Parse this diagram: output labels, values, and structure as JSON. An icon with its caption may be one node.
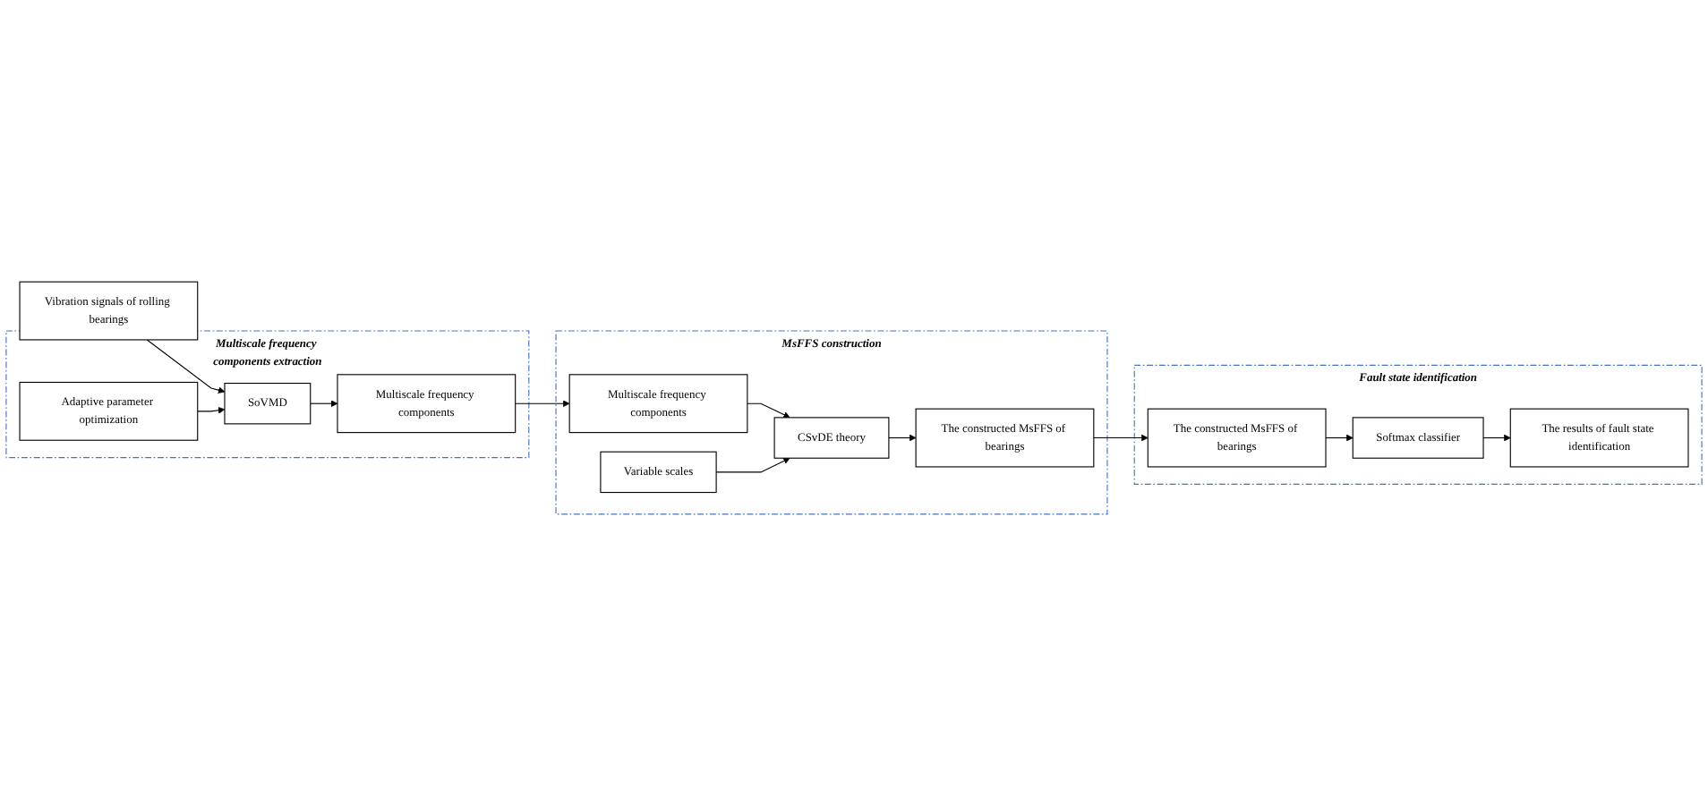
{
  "diagram": {
    "nodes": [
      {
        "text": [
          "Vibration signals of rolling bearings"
        ]
      },
      {
        "text": [
          "Multiscale frequency components extraction"
        ]
      },
      {
        "text": [
          "SoVMD"
        ],
        "in": 1
      },
      {
        "text": [
          "Adaptive parameter optimization"
        ],
        "in": 1
      },
      {
        "text": [
          "Multiscale frequency components"
        ],
        "in": 1
      },
      {
        "text": [
          "MsFFS construction"
        ]
      },
      {
        "text": [
          "Multiscale frequency components"
        ],
        "in": 5
      },
      {
        "text": [
          "CSvDE theory"
        ],
        "in": 5
      },
      {
        "text": [
          "Variable scales"
        ],
        "in": 5
      },
      {
        "text": [
          "The constructed MsFFS of bearings"
        ],
        "in": 5
      },
      {
        "text": [
          "Fault state identification"
        ]
      },
      {
        "text": [
          "The constructed MsFFS of bearings"
        ],
        "in": 10
      },
      {
        "text": [
          "Softmax classifier"
        ],
        "in": 10
      },
      {
        "text": [
          "The results of fault state identification"
        ],
        "in": 10
      }
    ],
    "edges": [
      {
        "from": 0,
        "to": 2,
        "arrow": "to"
      },
      {
        "from": 3,
        "to": 2,
        "arrow": "to"
      },
      {
        "from": 2,
        "to": 4,
        "arrow": "to"
      },
      {
        "from": 4,
        "to": 6,
        "arrow": "to"
      },
      {
        "from": 6,
        "to": 7,
        "arrow": "to"
      },
      {
        "from": 8,
        "to": 7,
        "arrow": "to"
      },
      {
        "from": 7,
        "to": 9,
        "arrow": "to"
      },
      {
        "from": 9,
        "to": 11,
        "arrow": "to"
      },
      {
        "from": 11,
        "to": 12,
        "arrow": "to"
      },
      {
        "from": 12,
        "to": 13,
        "arrow": "to"
      }
    ]
  }
}
